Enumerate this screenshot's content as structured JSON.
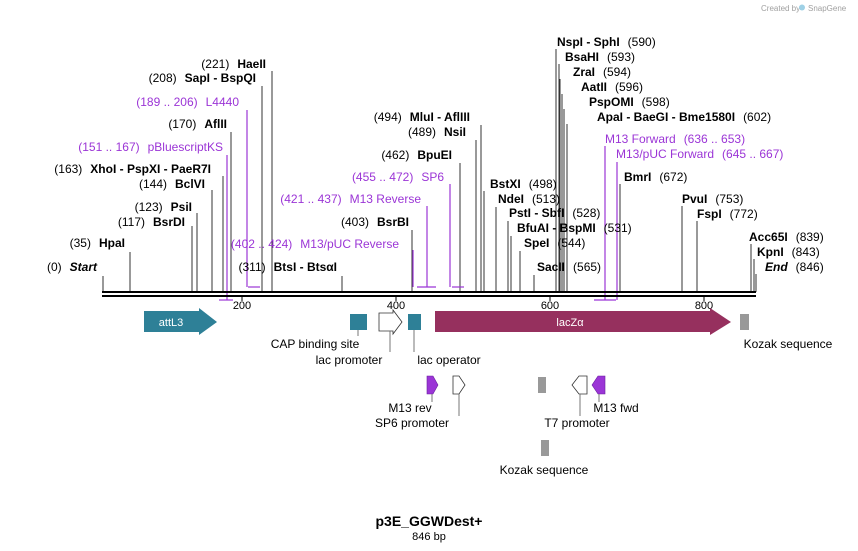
{
  "credit": {
    "prefix": "Created by",
    "brand": "SnapGene"
  },
  "map": {
    "name": "p3E_GGWDest+",
    "length": "846 bp"
  },
  "colors": {
    "primer": "#9b35d6",
    "attL": "#2e8097",
    "lacZ": "#96305e",
    "box_teal": "#2e8097",
    "kozak": "#999999",
    "m13": "#9b35d6"
  },
  "ticks": [
    "200",
    "400",
    "600",
    "800"
  ],
  "sites": [
    {
      "pos": "(0)",
      "name": "Start",
      "italic": true
    },
    {
      "pos": "(35)",
      "name": "HpaI"
    },
    {
      "pos": "(117)",
      "name": "BsrDI"
    },
    {
      "pos": "(123)",
      "name": "PsiI"
    },
    {
      "pos": "(144)",
      "name": "BclVI"
    },
    {
      "pos": "(163)",
      "name": "XhoI  - PspXI  - PaeR7I"
    },
    {
      "pos": "(170)",
      "name": "AflII"
    },
    {
      "pos": "(208)",
      "name": "SapI  - BspQI"
    },
    {
      "pos": "(221)",
      "name": "HaeII"
    },
    {
      "pos": "(311)",
      "name": "BtsI  - BtsαI"
    },
    {
      "pos": "(403)",
      "name": "BsrBI"
    },
    {
      "pos": "(462)",
      "name": "BpuEI"
    },
    {
      "pos": "(489)",
      "name": "NsiI"
    },
    {
      "pos": "(494)",
      "name": "MluI  - AflIII"
    },
    {
      "name": "BstXI",
      "pos": "(498)"
    },
    {
      "name": "NdeI",
      "pos": "(513)"
    },
    {
      "name": "PstI  - SbfI",
      "pos": "(528)"
    },
    {
      "name": "BfuAI  - BspMI",
      "pos": "(531)"
    },
    {
      "name": "SpeI",
      "pos": "(544)"
    },
    {
      "name": "SacII",
      "pos": "(565)"
    },
    {
      "name": "NspI  - SphI",
      "pos": "(590)"
    },
    {
      "name": "BsaHI",
      "pos": "(593)"
    },
    {
      "name": "ZraI",
      "pos": "(594)"
    },
    {
      "name": "AatII",
      "pos": "(596)"
    },
    {
      "name": "PspOMI",
      "pos": "(598)"
    },
    {
      "name": "ApaI  - BaeGI  - Bme1580I",
      "pos": "(602)"
    },
    {
      "name": "BmrI",
      "pos": "(672)"
    },
    {
      "name": "PvuI",
      "pos": "(753)"
    },
    {
      "name": "FspI",
      "pos": "(772)"
    },
    {
      "name": "Acc65I",
      "pos": "(839)"
    },
    {
      "name": "KpnI",
      "pos": "(843)"
    },
    {
      "name": "End",
      "pos": "(846)",
      "italic": true
    }
  ],
  "primers": [
    {
      "range": "(189 .. 206)",
      "name": "L4440"
    },
    {
      "range": "(151 .. 167)",
      "name": "pBluescriptKS"
    },
    {
      "range": "(421 .. 437)",
      "name": "M13 Reverse"
    },
    {
      "range": "(455 .. 472)",
      "name": "SP6"
    },
    {
      "range": "(402 .. 424)",
      "name": "M13/pUC Reverse"
    },
    {
      "name": "M13 Forward",
      "range": "(636 .. 653)"
    },
    {
      "name": "M13/pUC Forward",
      "range": "(645 .. 667)"
    }
  ],
  "features": [
    {
      "name": "attL3",
      "inside": true
    },
    {
      "name": "CAP binding site"
    },
    {
      "name": "lac promoter"
    },
    {
      "name": "lac operator"
    },
    {
      "name": "lacZα",
      "inside": true
    },
    {
      "name": "Kozak sequence"
    },
    {
      "name": "M13 rev"
    },
    {
      "name": "SP6 promoter"
    },
    {
      "name": "T7 promoter"
    },
    {
      "name": "M13 fwd"
    },
    {
      "name": "Kozak sequence"
    }
  ]
}
